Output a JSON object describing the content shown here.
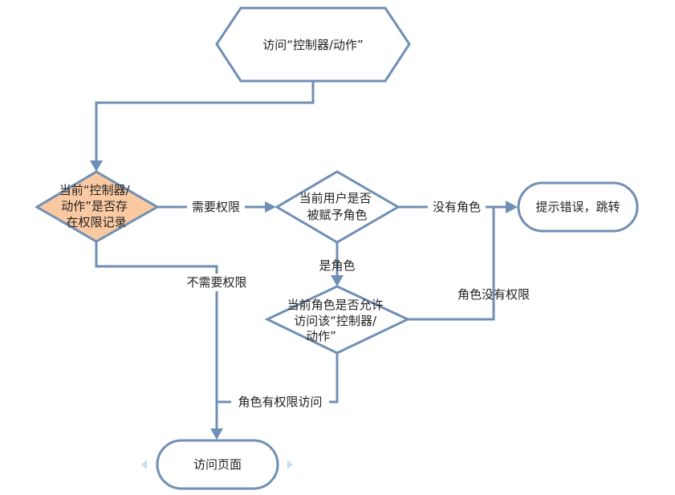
{
  "nodes": {
    "start": {
      "lines": [
        "访问“控制器/动作”"
      ]
    },
    "check_permission_record": {
      "lines": [
        "当前“控制器/",
        "动作”是否存",
        "在权限记录"
      ]
    },
    "check_user_role": {
      "lines": [
        "当前用户是否",
        "被赋予角色"
      ]
    },
    "check_role_access": {
      "lines": [
        "当前角色是否允许",
        "访问该“控制器/",
        "动作”"
      ]
    },
    "error_redirect": {
      "lines": [
        "提示错误，跳转"
      ]
    },
    "visit_page": {
      "lines": [
        "访问页面"
      ]
    }
  },
  "edges": {
    "need_permission": "需要权限",
    "no_permission_needed": "不需要权限",
    "has_role": "是角色",
    "no_role": "没有角色",
    "role_no_permission": "角色没有权限",
    "role_has_permission": "角色有权限访问"
  },
  "colors": {
    "stroke": "#6f8fb4",
    "highlight_fill": "#fbc9a1",
    "nav_arrow": "#c7ddf0"
  }
}
